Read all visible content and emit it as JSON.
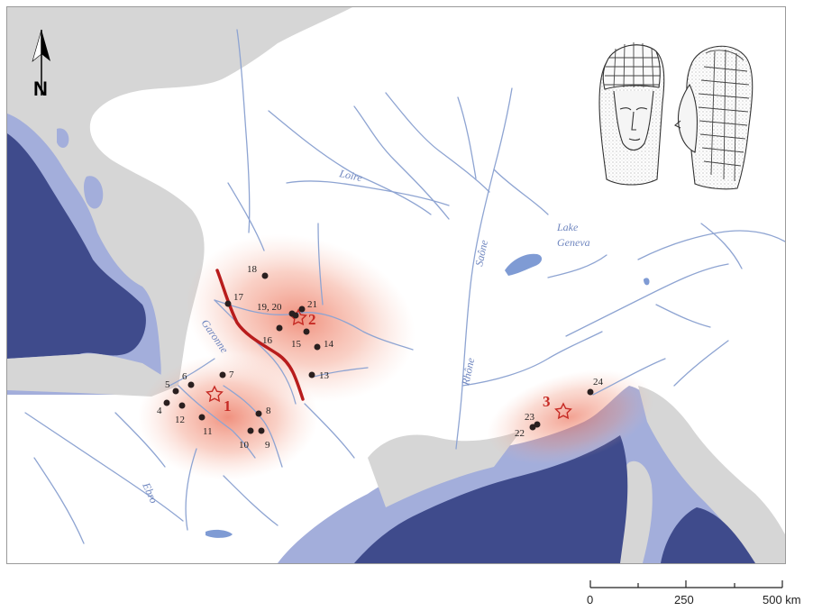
{
  "rivers": {
    "loire": "Loire",
    "garonne": "Garonne",
    "saone": "Saône",
    "rhone": "Rhône",
    "ebro": "Ebro",
    "lake_geneva_1": "Lake",
    "lake_geneva_2": "Geneva"
  },
  "north_arrow": {
    "label": "N"
  },
  "clusters": [
    {
      "id": "1",
      "label": "1"
    },
    {
      "id": "2",
      "label": "2"
    },
    {
      "id": "3",
      "label": "3"
    }
  ],
  "sites": [
    {
      "label": "4"
    },
    {
      "label": "5"
    },
    {
      "label": "6"
    },
    {
      "label": "7"
    },
    {
      "label": "8"
    },
    {
      "label": "9"
    },
    {
      "label": "10"
    },
    {
      "label": "11"
    },
    {
      "label": "12"
    },
    {
      "label": "13"
    },
    {
      "label": "14"
    },
    {
      "label": "15"
    },
    {
      "label": "16"
    },
    {
      "label": "17"
    },
    {
      "label": "18"
    },
    {
      "label": "19, 20"
    },
    {
      "label": "21"
    },
    {
      "label": "22"
    },
    {
      "label": "23"
    },
    {
      "label": "24"
    }
  ],
  "scale": {
    "ticks": [
      "0",
      "250",
      "500 km"
    ]
  },
  "colors": {
    "land_grey": "#d6d6d6",
    "shelf_blue": "#a3aedb",
    "deep_sea": "#3f4b8c",
    "river": "#8ea4d2",
    "hotspot_red": "#e8563a",
    "boundary_red": "#b81c1c"
  }
}
